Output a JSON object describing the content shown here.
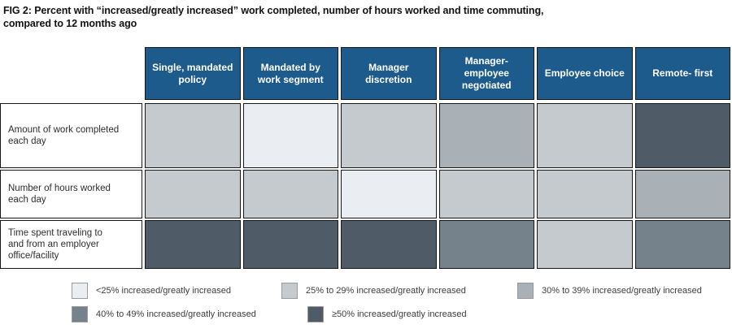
{
  "figure": {
    "title_line1": "FIG 2:  Percent with “increased/greatly increased” work completed, number of hours worked and time commuting,",
    "title_line2": "compared to 12 months ago"
  },
  "colors": {
    "header_bg": "#1D5B8C",
    "header_text": "#FFFFFF",
    "grid_line": "#161616"
  },
  "chart_data": {
    "type": "heatmap",
    "title": "FIG 2: Percent with “increased/greatly increased” work completed, number of hours worked and time commuting, compared to 12 months ago",
    "columns": [
      "Single, mandated policy",
      "Mandated by work segment",
      "Manager discretion",
      "Manager-employee negotiated",
      "Employee choice",
      "Remote- first"
    ],
    "rows": [
      "Amount of work completed each day",
      "Number of hours worked each day",
      "Time spent traveling to and from an employer office/facility"
    ],
    "buckets": [
      {
        "id": "lt25",
        "label": "<25% increased/greatly increased",
        "color": "#EAEEF2"
      },
      {
        "id": "25to29",
        "label": "25% to 29% increased/greatly increased",
        "color": "#C5CACE"
      },
      {
        "id": "30to39",
        "label": "30% to 39% increased/greatly increased",
        "color": "#A9B0B6"
      },
      {
        "id": "40to49",
        "label": "40% to 49% increased/greatly increased",
        "color": "#75828C"
      },
      {
        "id": "gte50",
        "label": "≥50% increased/greatly increased",
        "color": "#4F5B66"
      }
    ],
    "cells": [
      [
        "25to29",
        "lt25",
        "25to29",
        "30to39",
        "25to29",
        "gte50"
      ],
      [
        "25to29",
        "25to29",
        "lt25",
        "25to29",
        "25to29",
        "30to39"
      ],
      [
        "gte50",
        "gte50",
        "gte50",
        "40to49",
        "25to29",
        "40to49"
      ]
    ],
    "legend_layout": {
      "row1_bucket_indexes": [
        0,
        1,
        2
      ],
      "row2_bucket_indexes": [
        3,
        4
      ]
    }
  }
}
